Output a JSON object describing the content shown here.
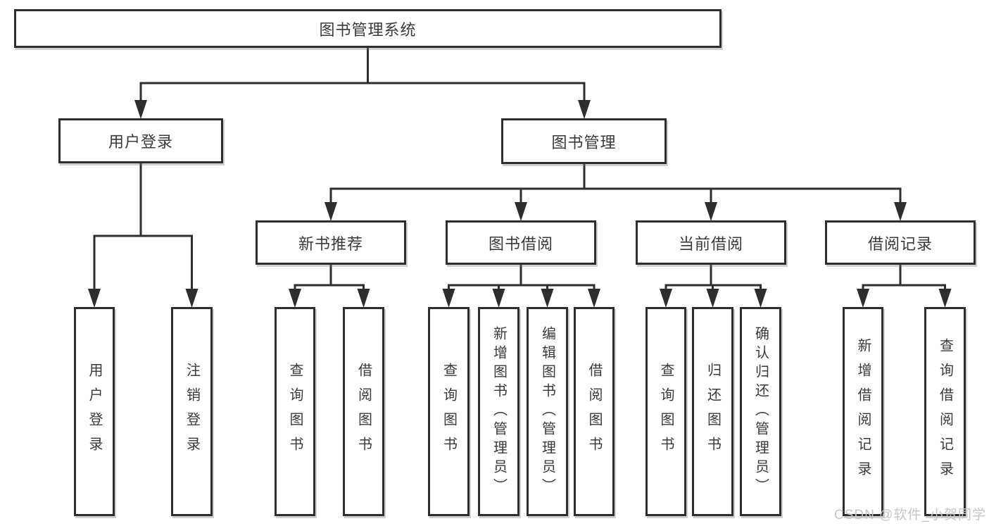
{
  "diagram": {
    "root": {
      "label": "图书管理系统"
    },
    "branches": [
      {
        "label": "用户登录",
        "leaves": [
          "用户登录",
          "注销登录"
        ]
      },
      {
        "label": "图书管理",
        "groups": [
          {
            "label": "新书推荐",
            "leaves": [
              "查询图书",
              "借阅图书"
            ]
          },
          {
            "label": "图书借阅",
            "leaves": [
              "查询图书",
              "新增图书（管理员）",
              "编辑图书（管理员）",
              "借阅图书"
            ]
          },
          {
            "label": "当前借阅",
            "leaves": [
              "查询图书",
              "归还图书",
              "确认归还（管理员）"
            ]
          },
          {
            "label": "借阅记录",
            "leaves": [
              "新增借阅记录",
              "查询借阅记录"
            ]
          }
        ]
      }
    ]
  },
  "watermark": {
    "text": "CSDN @软件_小贺同学"
  },
  "colors": {
    "line": "#2e2e2e",
    "text": "#3a3a3a",
    "box_bg": "#ffffff",
    "watermark": "#c6c6ce"
  }
}
